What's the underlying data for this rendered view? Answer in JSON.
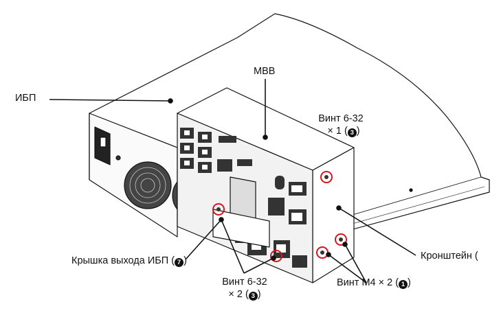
{
  "labels": {
    "ups": "ИБП",
    "mbb": "МВВ",
    "screw_top": {
      "line1": "Винт 6-32",
      "line2": "× 1 (",
      "num": "3",
      "close": ")"
    },
    "bracket": "Кронштейн (",
    "cover": {
      "text": "Крышка выхода ИБП (",
      "num": "7",
      "close": ")"
    },
    "screw_bottom": {
      "line1": "Винт 6-32",
      "line2": "× 2 (",
      "num": "3",
      "close": ")"
    },
    "screw_m4": {
      "text": "Винт M4 × 2 (",
      "num": "1",
      "close": ")"
    }
  },
  "colors": {
    "line": "#111111",
    "highlight": "#d9141b",
    "panel": "#ffffff"
  }
}
